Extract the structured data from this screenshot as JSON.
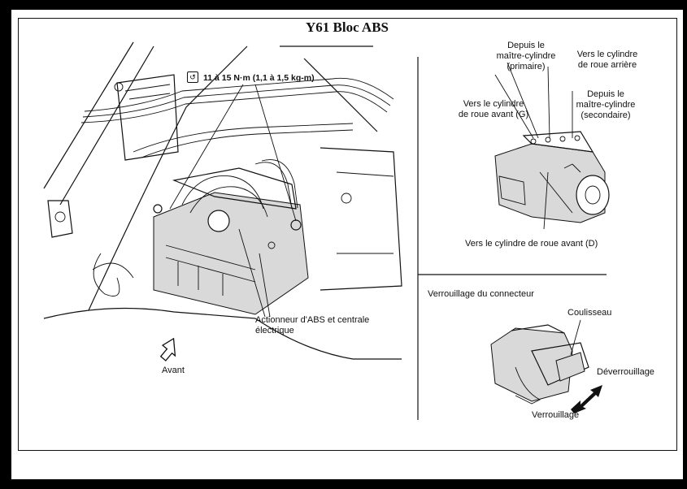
{
  "title": "Y61   Bloc ABS",
  "main_view": {
    "torque_icon": "torque-wrench-icon",
    "torque": "11 à 15 N·m (1,1 à 1,5 kg-m)",
    "actuator_line1": "Actionneur d'ABS et centrale",
    "actuator_line2": "électrique",
    "front": "Avant"
  },
  "ports_view": {
    "primary": [
      "Depuis le",
      "maître-cylindre",
      "(primaire)"
    ],
    "rear": [
      "Vers le cylindre",
      "de roue arrière"
    ],
    "secondary": [
      "Depuis le",
      "maître-cylindre",
      "(secondaire)"
    ],
    "front_left": [
      "Vers le cylindre",
      "de roue avant (G)"
    ],
    "front_right": "Vers le cylindre de roue avant (D)"
  },
  "connector_view": {
    "heading": "Verrouillage du connecteur",
    "slider": "Coulisseau",
    "unlock": "Déverrouillage",
    "lock": "Verrouillage"
  }
}
